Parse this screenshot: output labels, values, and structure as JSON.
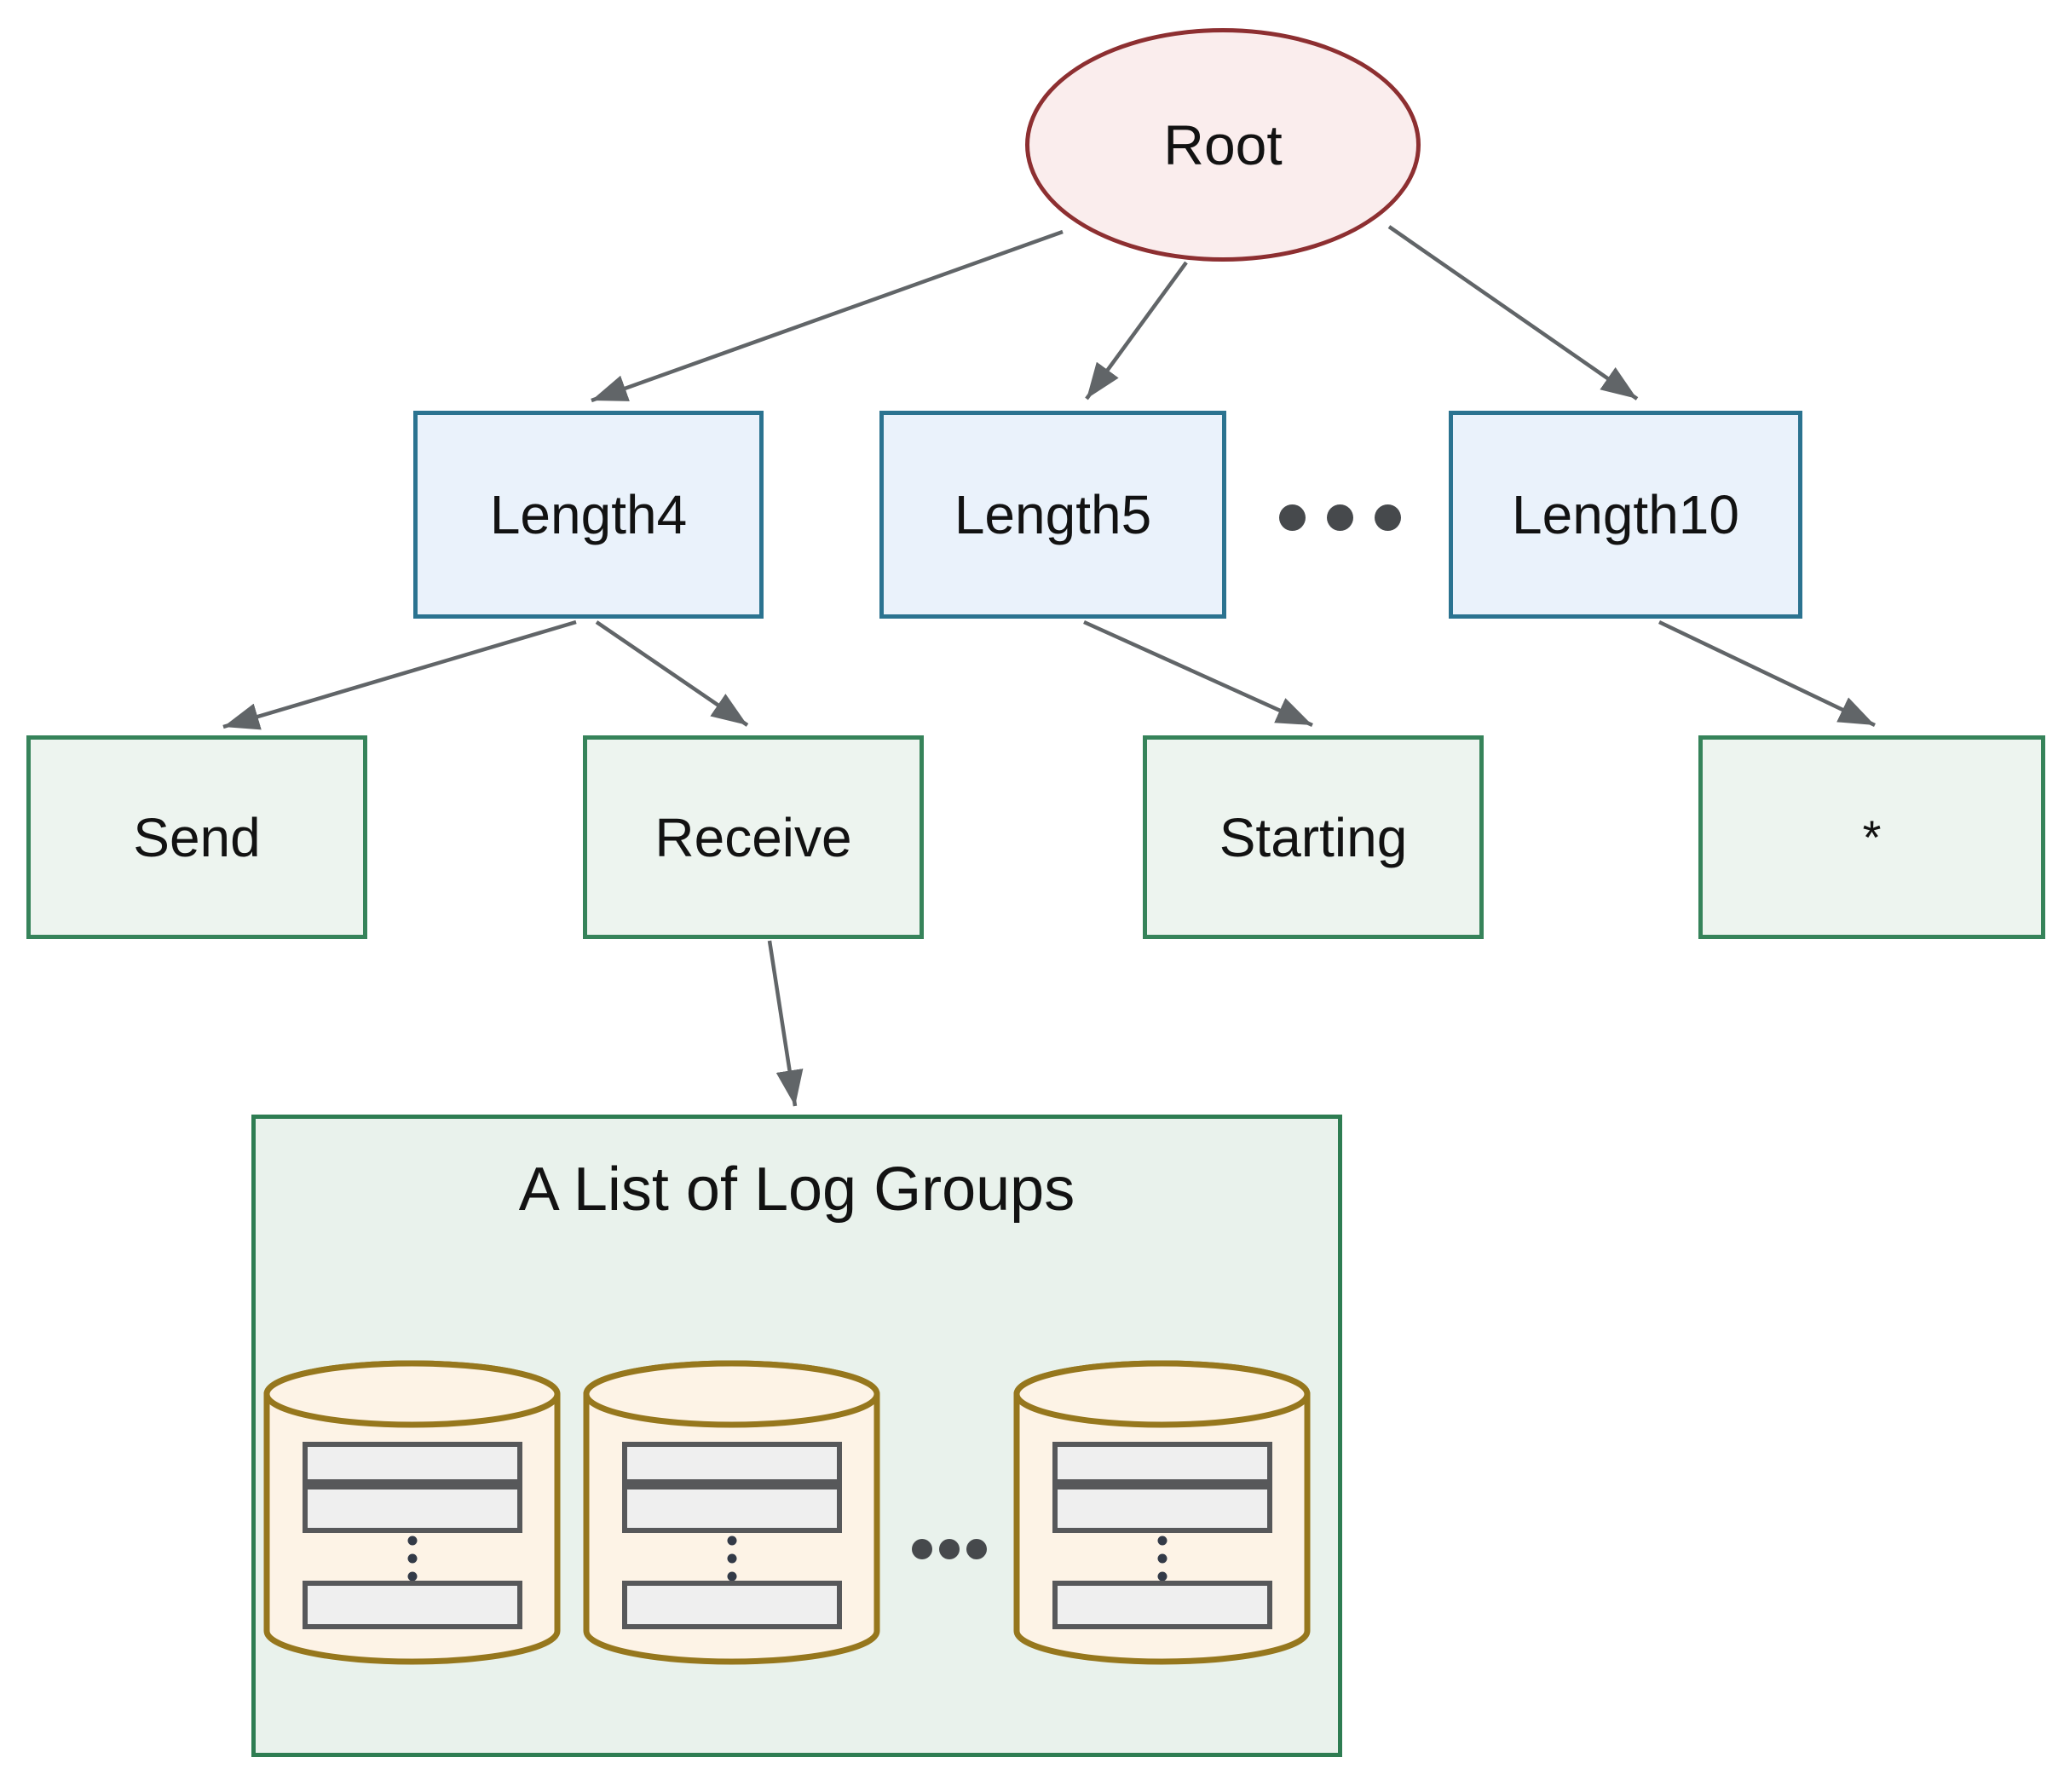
{
  "diagram": {
    "nodes": {
      "root": {
        "label": "Root"
      },
      "length4": {
        "label": "Length4"
      },
      "length5": {
        "label": "Length5"
      },
      "length10": {
        "label": "Length10"
      },
      "send": {
        "label": "Send"
      },
      "receive": {
        "label": "Receive"
      },
      "starting": {
        "label": "Starting"
      },
      "star": {
        "label": "*"
      }
    },
    "group_box": {
      "title": "A List of Log Groups"
    },
    "edges": [
      {
        "from": "Root",
        "to": "Length4"
      },
      {
        "from": "Root",
        "to": "Length5"
      },
      {
        "from": "Root",
        "to": "Length10"
      },
      {
        "from": "Length4",
        "to": "Send"
      },
      {
        "from": "Length4",
        "to": "Receive"
      },
      {
        "from": "Length5",
        "to": "Starting"
      },
      {
        "from": "Length10",
        "to": "*"
      },
      {
        "from": "Receive",
        "to": "A List of Log Groups"
      }
    ],
    "ellipsis": {
      "between_length5_and_length10": "...",
      "between_cylinders": "...",
      "inside_cylinders": "⋮"
    }
  },
  "colors": {
    "text": "#121212",
    "root_fill": "#faeded",
    "root_stroke": "#8d2f31",
    "length_fill": "#eaf2fb",
    "length_stroke": "#2b7390",
    "leaf_fill": "#edf4ef",
    "leaf_stroke": "#36835a",
    "group_fill": "#e9f2ec",
    "group_stroke": "#2e7d52",
    "cylinder_fill": "#fdf3e6",
    "cylinder_stroke": "#96771d",
    "record_fill": "#efefef",
    "record_stroke": "#57585a",
    "arrow": "#616568",
    "ellipsis": "#46494c",
    "cylinder_dot": "#333a47"
  }
}
